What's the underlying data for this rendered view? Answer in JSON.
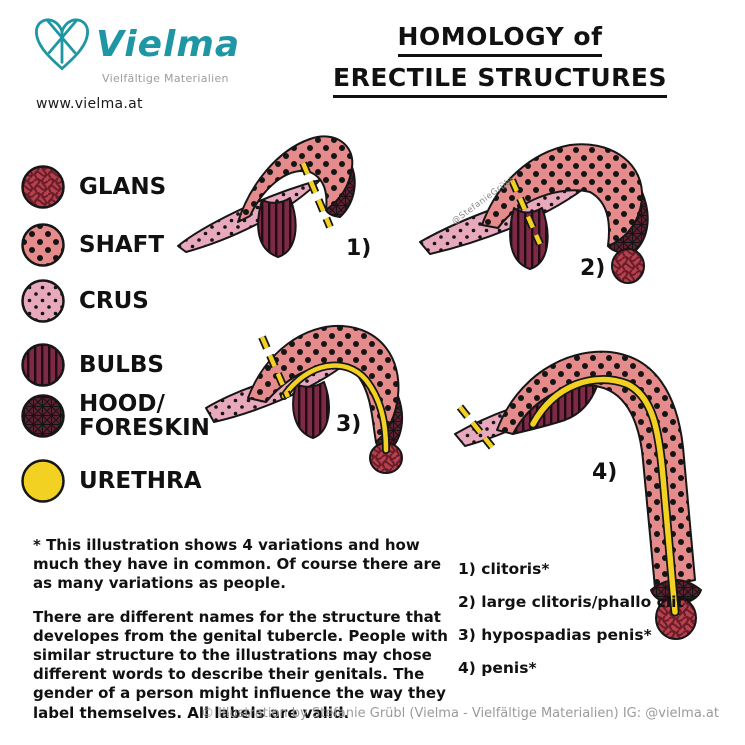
{
  "brand": {
    "name": "Vielma",
    "subtitle": "Vielfältige Materialien",
    "url": "www.vielma.at"
  },
  "title": {
    "line1": "HOMOLOGY of",
    "line2": "ERECTILE STRUCTURES"
  },
  "legend": {
    "items": [
      {
        "id": "glans",
        "label": "GLANS"
      },
      {
        "id": "shaft",
        "label": "SHAFT"
      },
      {
        "id": "crus",
        "label": "CRUS"
      },
      {
        "id": "bulbs",
        "label": "BULBS"
      },
      {
        "id": "hood",
        "label": "HOOD/\nFORESKIN"
      },
      {
        "id": "urethra",
        "label": "URETHRA"
      }
    ]
  },
  "figures": [
    {
      "number": "1)"
    },
    {
      "number": "2)"
    },
    {
      "number": "3)"
    },
    {
      "number": "4)"
    }
  ],
  "variations": [
    "1) clitoris*",
    "2) large clitoris/phallo clit*",
    "3) hypospadias penis*",
    "4) penis*"
  ],
  "notes": {
    "paragraph1": "* This illustration shows 4 variations and how much they have in common. Of course there are as many variations as people.",
    "paragraph2": "There are different names for the structure that developes from the genital tubercle. People with similar structure to the illustrations may chose different words to describe their genitals. The gender of a person might influence the way they label themselves. All labels are valid."
  },
  "watermark": "@StefanieGrübl",
  "footer": {
    "credit": "© Illustration by Stefanie Grübl (Vielma - Vielfältige Materialien) IG: @vielma.at"
  },
  "colors": {
    "teal": "#1f96a3",
    "shaft_pink": "#e68b8c",
    "crus_pink": "#e9a9bd",
    "bulbs_maroon": "#7c2a45",
    "glans_red": "#b5424e",
    "hood_maroon": "#5f1f30",
    "urethra_yellow": "#f2d122",
    "ink": "#161616"
  }
}
